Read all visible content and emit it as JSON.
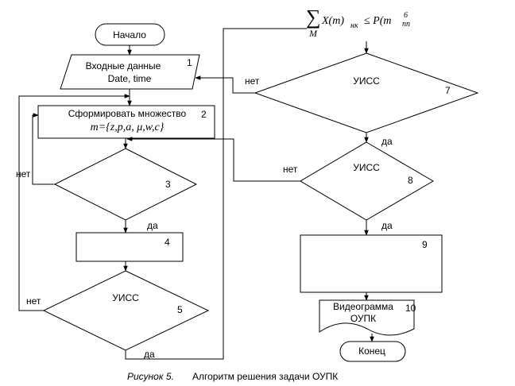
{
  "nodes": {
    "start": {
      "label": "Начало"
    },
    "input": {
      "line1": "Входные данные",
      "line2": "Date, time",
      "num": "1"
    },
    "form": {
      "line1": "Сформировать множество",
      "formula": "m={z,p,a, μ,w,c}",
      "num": "2"
    },
    "d3": {
      "num": "3"
    },
    "p4": {
      "num": "4"
    },
    "d5": {
      "label": "УИСС",
      "num": "5"
    },
    "d7": {
      "label": "УИСС",
      "num": "7"
    },
    "d8": {
      "label": "УИСС",
      "num": "8"
    },
    "p9": {
      "num": "9"
    },
    "doc10": {
      "line1": "Видеограмма",
      "line2": "ОУПК",
      "num": "10"
    },
    "end": {
      "label": "Конец"
    }
  },
  "edges": {
    "d3_no": "нет",
    "d3_yes": "да",
    "d5_no": "нет",
    "d5_yes": "да",
    "d7_no": "нет",
    "d7_yes": "да",
    "d8_no": "нет",
    "d8_yes": "да"
  },
  "formula": {
    "sum": "∑",
    "sub": "M",
    "body": "X(m)",
    "subscript": "нк",
    "rel": "≤ P(m",
    "sup": "6",
    "sub2": "пп"
  },
  "caption": {
    "figure": "Рисунок 5.",
    "text": "Алгоритм решения задачи ОУПК"
  }
}
